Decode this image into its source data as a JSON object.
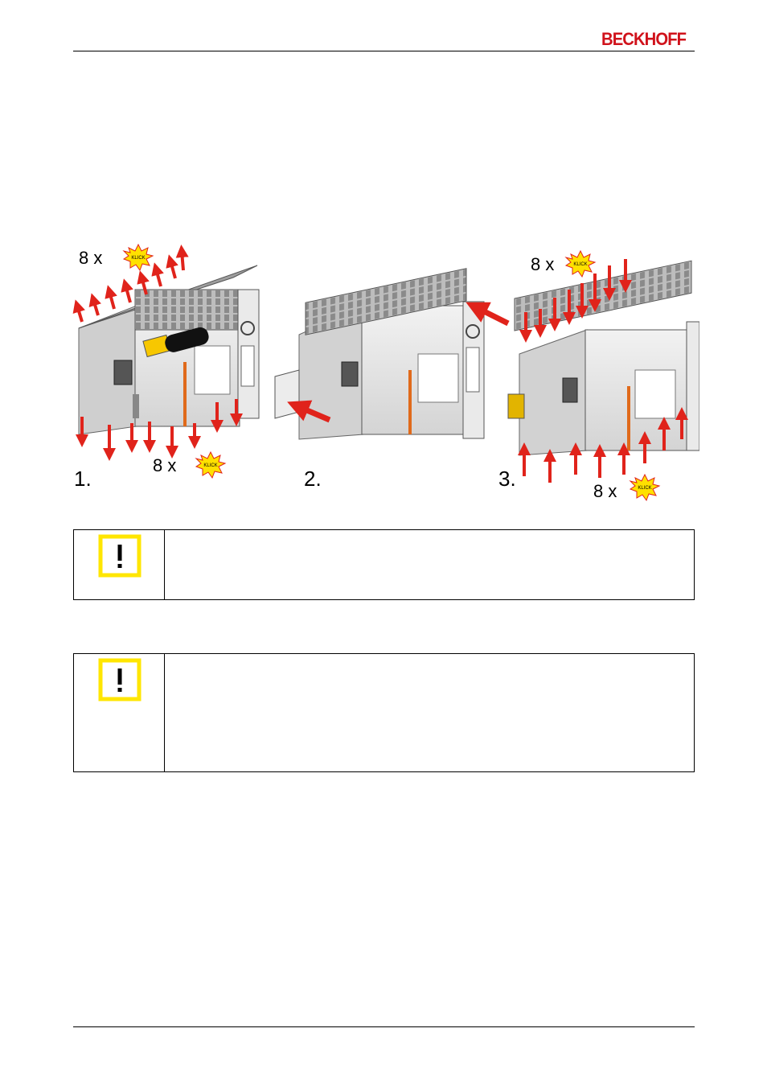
{
  "header": {
    "brand": "BECKHOFF"
  },
  "figure": {
    "step1": {
      "number": "1.",
      "count_top": "8 x",
      "count_bottom": "8 x"
    },
    "step2": {
      "number": "2."
    },
    "step3": {
      "number": "3.",
      "count_top": "8 x",
      "count_bottom": "8 x"
    },
    "klick": "KLICK"
  },
  "colors": {
    "brand_red": "#d0121b",
    "arrow_red": "#e0231b",
    "klick_yellow": "#ffe100",
    "warning_yellow": "#ffe600"
  },
  "cautions": [
    {
      "icon": "exclamation-warning-icon"
    },
    {
      "icon": "exclamation-warning-icon"
    }
  ]
}
